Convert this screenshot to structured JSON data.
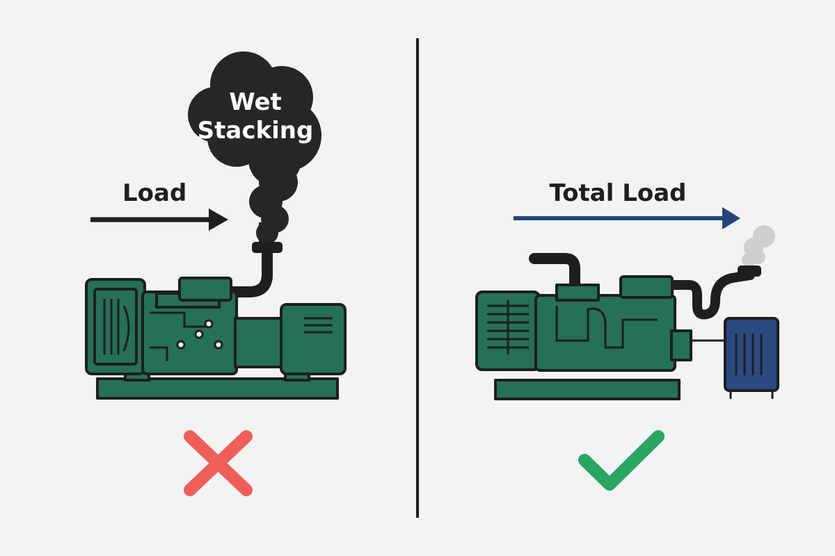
{
  "left_panel": {
    "arrow_label": "Load",
    "cloud_text": {
      "line1": "Wet",
      "line2": "Stacking"
    },
    "verdict_icon": "cross-icon"
  },
  "right_panel": {
    "arrow_label": "Total Load",
    "verdict_icon": "check-icon"
  },
  "colors": {
    "background": "#f3f3f3",
    "generator_green": "#26705a",
    "outline": "#1e1e1e",
    "smoke_dark": "#262626",
    "smoke_light": "#cfcfcf",
    "load_bank_blue": "#2b4a82",
    "arrow_blue": "#24457a",
    "cross_red": "#ef5f5a",
    "check_green": "#2aa463"
  }
}
